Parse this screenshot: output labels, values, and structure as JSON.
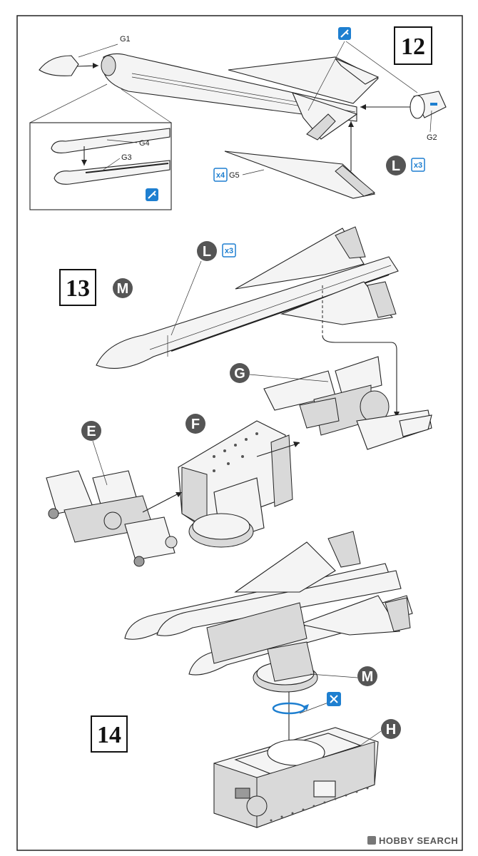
{
  "colors": {
    "accent_blue": "#1e7fd0",
    "badge_gray": "#555555",
    "line": "#222222"
  },
  "steps": [
    {
      "id": "step-12",
      "number": "12"
    },
    {
      "id": "step-13",
      "number": "13"
    },
    {
      "id": "step-14",
      "number": "14"
    }
  ],
  "step12": {
    "parts": [
      "G1",
      "G2",
      "G3",
      "G4",
      "G5"
    ],
    "badge": "L",
    "badge_qty": "x3",
    "fin_qty": "x4"
  },
  "step13": {
    "step_badge": "M",
    "missile_badge": "L",
    "missile_qty": "x3",
    "sub_badges": [
      "G",
      "F",
      "E"
    ]
  },
  "step14": {
    "badges": [
      "M",
      "H"
    ],
    "icons": [
      "rotate-icon",
      "no-glue-icon"
    ]
  },
  "icons": {
    "glue": "glue-dropper-icon",
    "rotate": "rotate-arrow-icon",
    "no_glue": "no-glue-icon"
  },
  "watermark": "HOBBY SEARCH"
}
